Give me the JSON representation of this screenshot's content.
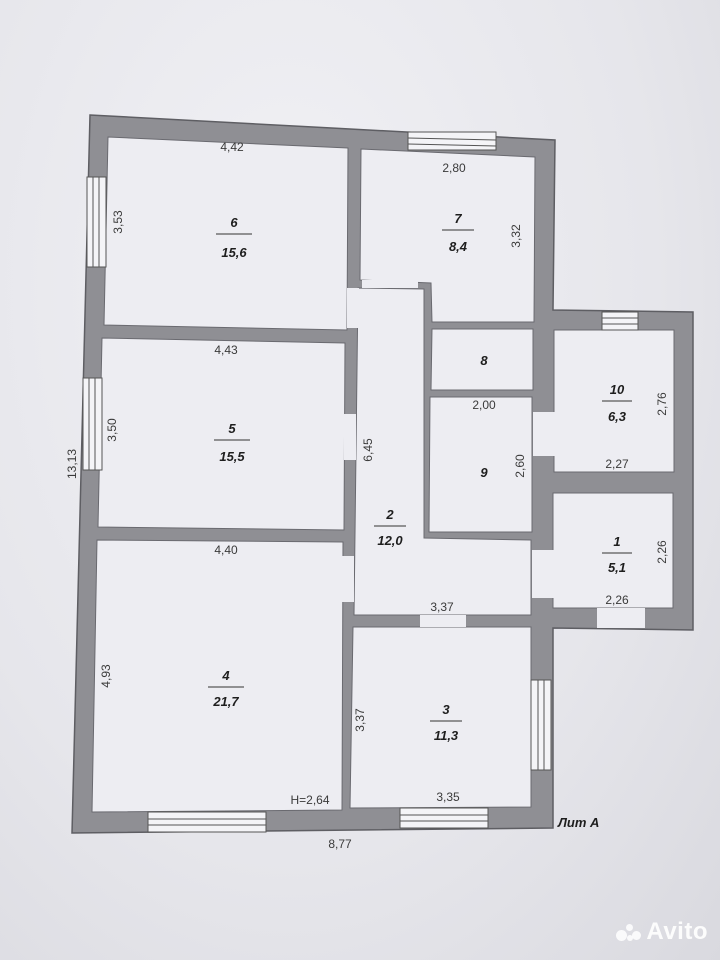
{
  "rooms": [
    {
      "id": "6",
      "number": "6",
      "area": "15,6"
    },
    {
      "id": "7",
      "number": "7",
      "area": "8,4"
    },
    {
      "id": "5",
      "number": "5",
      "area": "15,5"
    },
    {
      "id": "8",
      "number": "8",
      "area": ""
    },
    {
      "id": "9",
      "number": "9",
      "area": ""
    },
    {
      "id": "10",
      "number": "10",
      "area": "6,3"
    },
    {
      "id": "2",
      "number": "2",
      "area": "12,0"
    },
    {
      "id": "1",
      "number": "1",
      "area": "5,1"
    },
    {
      "id": "4",
      "number": "4",
      "area": "21,7"
    },
    {
      "id": "3",
      "number": "3",
      "area": "11,3"
    }
  ],
  "dimensions": {
    "room6_width": "4,42",
    "room6_height": "3,53",
    "room7_width": "2,80",
    "room7_height": "3,32",
    "room5_width": "4,43",
    "room5_height": "3,50",
    "corridor_height": "6,45",
    "room9_width": "2,00",
    "room9_height": "2,60",
    "room10_width": "2,27",
    "room10_height": "2,76",
    "room4_width": "4,40",
    "room4_height": "4,93",
    "room2_width": "3,37",
    "room1_width": "2,26",
    "room1_height": "2,26",
    "room3_width": "3,35",
    "room3_height": "3,37",
    "overall_height": "13,13",
    "overall_width": "8,77",
    "ceiling_height": "H=2,64"
  },
  "labels": {
    "building_letter": "Лит А"
  },
  "watermark": {
    "text": "Avito",
    "icon": "avito-dots-icon"
  },
  "colors": {
    "wall": "#8f8f94",
    "wall_edge": "#5e5e63",
    "room_fill": "#ededf2",
    "paper": "#e9e9ee"
  }
}
